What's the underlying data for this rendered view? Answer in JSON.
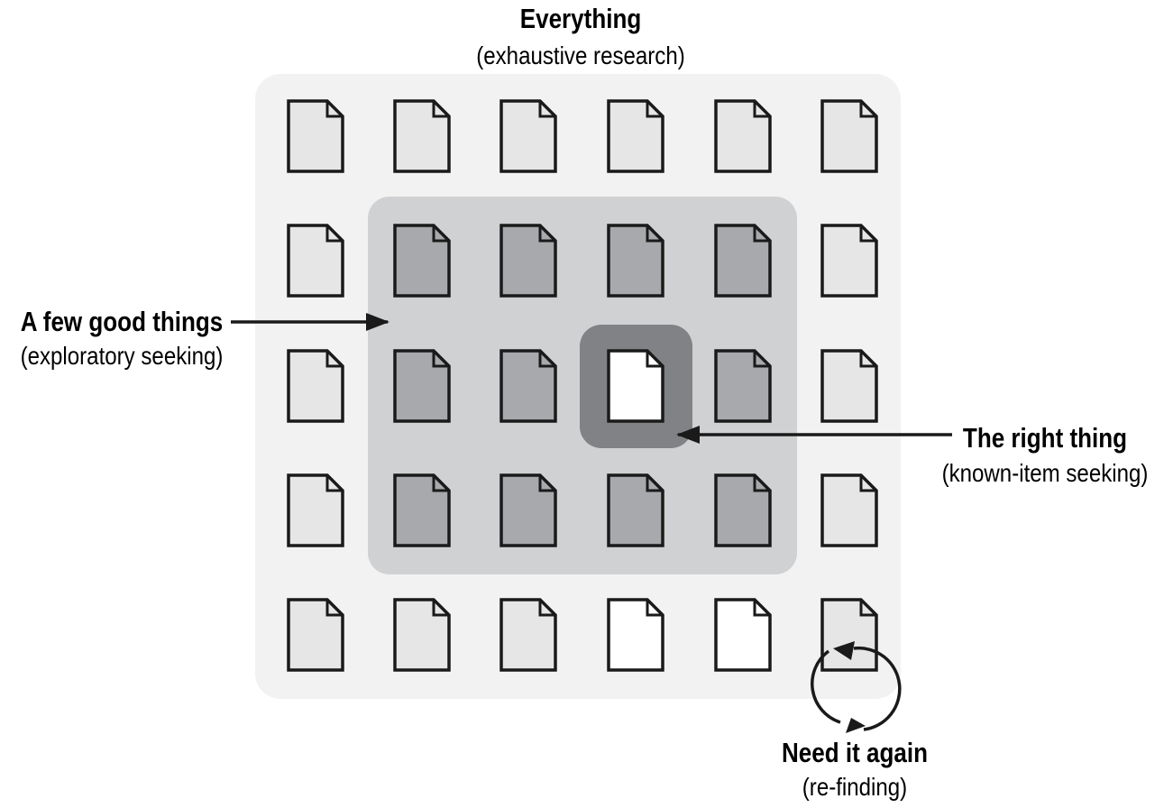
{
  "labels": {
    "everything": {
      "title": "Everything",
      "subtitle": "(exhaustive research)"
    },
    "few_good": {
      "title": "A few good things",
      "subtitle": "(exploratory seeking)"
    },
    "right_thing": {
      "title": "The right thing",
      "subtitle": "(known-item seeking)"
    },
    "need_again": {
      "title": "Need it again",
      "subtitle": "(re-finding)"
    }
  },
  "documents": [
    [
      "light",
      "light",
      "light",
      "light",
      "light",
      "light"
    ],
    [
      "light",
      "medium",
      "medium",
      "medium",
      "medium",
      "light"
    ],
    [
      "light",
      "medium",
      "medium",
      "white",
      "medium",
      "light"
    ],
    [
      "light",
      "medium",
      "medium",
      "medium",
      "medium",
      "light"
    ],
    [
      "light",
      "light",
      "light",
      "white",
      "white",
      "light"
    ]
  ],
  "colors": {
    "everything_region": "#f2f2f2",
    "few_good_region": "#d0d1d3",
    "right_thing_region": "#808285",
    "doc_light": "#e6e6e6",
    "doc_medium": "#a7a9ac",
    "doc_white": "#ffffff",
    "stroke": "#1a1a1a"
  }
}
